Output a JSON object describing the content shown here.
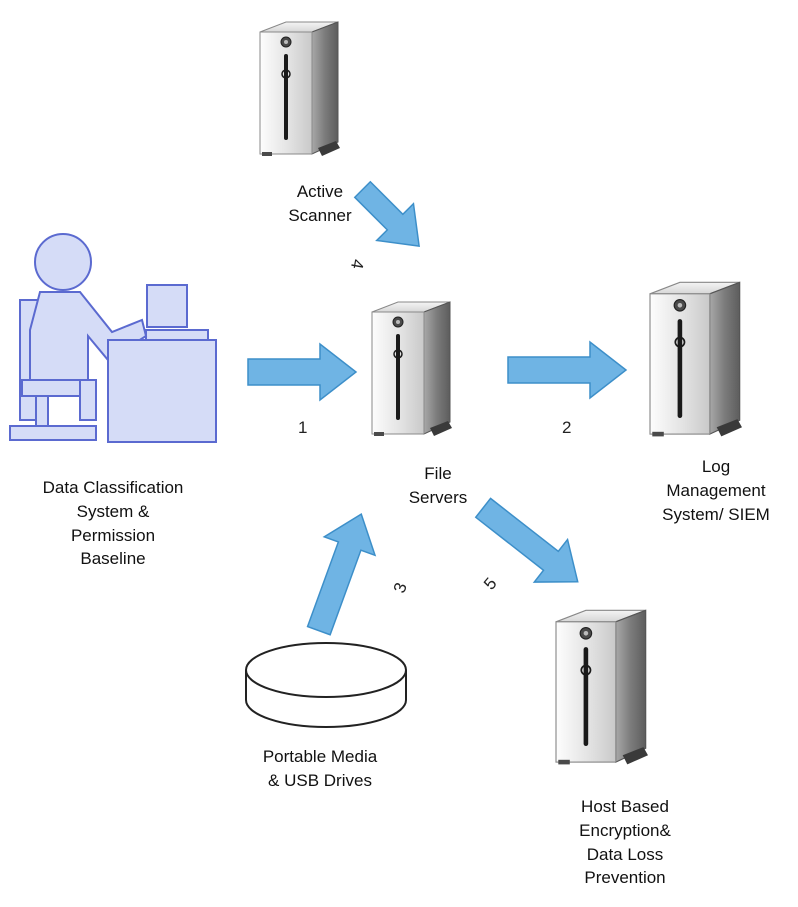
{
  "colors": {
    "arrow_fill": "#6fb4e4",
    "arrow_stroke": "#3d8fc9",
    "person_fill": "#d5dcf7",
    "person_stroke": "#5b6ad0"
  },
  "nodes": {
    "active_scanner": {
      "label": "Active\nScanner",
      "icon": "server-tower-icon"
    },
    "file_servers": {
      "label": "File\nServers",
      "icon": "server-tower-icon"
    },
    "log_management": {
      "label": "Log\nManagement\nSystem/ SIEM",
      "icon": "server-tower-icon"
    },
    "data_classification": {
      "label": "Data Classification\nSystem &\nPermission\nBaseline",
      "icon": "person-at-computer-icon"
    },
    "portable_media": {
      "label": "Portable Media\n& USB Drives",
      "icon": "disk-cylinder-icon"
    },
    "host_based": {
      "label": "Host Based\nEncryption&\nData Loss\nPrevention",
      "icon": "server-tower-icon"
    }
  },
  "flows": [
    {
      "number": "1",
      "from": "Data Classification",
      "to": "File Servers"
    },
    {
      "number": "2",
      "from": "File Servers",
      "to": "Log Management"
    },
    {
      "number": "3",
      "from": "Portable Media",
      "to": "File Servers"
    },
    {
      "number": "4",
      "from": "Active Scanner",
      "to": "File Servers"
    },
    {
      "number": "5",
      "from": "File Servers",
      "to": "Host Based"
    }
  ]
}
